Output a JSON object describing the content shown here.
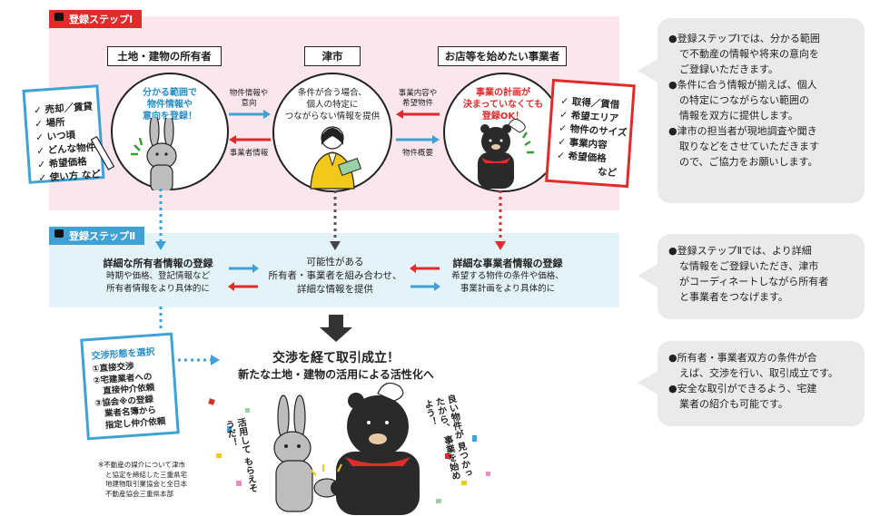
{
  "step1": {
    "label": "登録ステップⅠ"
  },
  "step2": {
    "label": "登録ステップⅡ"
  },
  "roles": {
    "owner": "土地・建物の所有者",
    "city": "津市",
    "business": "お店等を始めたい事業者"
  },
  "owner_circle": [
    "分かる範囲で",
    "物件情報や",
    "意向を登録！"
  ],
  "city_circle": [
    "条件が合う場合、",
    "個人の特定に",
    "つながらない情報を提供"
  ],
  "business_circle": [
    "事業の計画が",
    "決まっていなくても",
    "登録OK！"
  ],
  "arrows": {
    "owner_to_city": [
      "物件情報や",
      "意向"
    ],
    "city_to_owner": "事業者情報",
    "business_to_city": [
      "事業内容や",
      "希望物件"
    ],
    "city_to_business": "物件概要"
  },
  "owner_list": [
    "売却／賃貸",
    "場所",
    "いつ頃",
    "どんな物件",
    "希望価格",
    "使い方 など"
  ],
  "business_list": [
    "取得／賃借",
    "希望エリア",
    "物件のサイズ",
    "事業内容",
    "希望価格"
  ],
  "business_list_tail": "など",
  "step2_owner": {
    "title": "詳細な所有者情報の登録",
    "lines": [
      "時期や価格、登記情報など",
      "所有者情報をより具体的に"
    ]
  },
  "step2_city": {
    "lines": [
      "可能性がある",
      "所有者・事業者を組み合わせ、",
      "詳細な情報を提供"
    ]
  },
  "step2_business": {
    "title": "詳細な事業者情報の登録",
    "lines": [
      "希望する物件の条件や価格、",
      "事業計画をより具体的に"
    ]
  },
  "deal": {
    "title": "交渉を経て取引成立！",
    "subtitle": "新たな土地・建物の活用による活性化へ"
  },
  "negotiation": {
    "title": "交渉形態を選択",
    "items": [
      "①直接交渉",
      "②宅建業者への",
      "直接仲介依頼",
      "③協会※の登録",
      "業者名簿から",
      "指定し仲介依頼"
    ]
  },
  "footnote": [
    "※不動産の媒介について津市",
    "と協定を締結した三重県宅",
    "地建物取引業協会と全日本",
    "不動産協会三重県本部"
  ],
  "speech_rabbit": [
    "活用して",
    "もらえそうだ！"
  ],
  "speech_bear": [
    "良い物件が",
    "見つかったから、",
    "事業を始めよう！"
  ],
  "bubbles": {
    "b1": [
      "●登録ステップⅠでは、分かる範囲",
      "で不動産の情報や将来の意向を",
      "ご登録いただきます。",
      "●条件に合う情報が揃えば、個人",
      "の特定につながらない範囲の",
      "情報を双方に提供します。",
      "●津市の担当者が現地調査や聞き",
      "取りなどをさせていただきます",
      "ので、ご協力をお願いします。"
    ],
    "b2": [
      "●登録ステップⅡでは、より詳細",
      "な情報をご登録いただき、津市",
      "がコーディネートしながら所有者",
      "と事業者をつなげます。"
    ],
    "b3": [
      "●所有者・事業者双方の条件が合",
      "えば、交渉を行い、取引成立です。",
      "●安全な取引ができるよう、宅建",
      "業者の紹介も可能です。"
    ]
  },
  "colors": {
    "red": "#e02b2b",
    "blue": "#3ea2d6",
    "pink_band": "#fbe6ee",
    "blue_band": "#e3f3f8",
    "yellow": "#f2c81a",
    "bubble": "#eaeaea"
  }
}
